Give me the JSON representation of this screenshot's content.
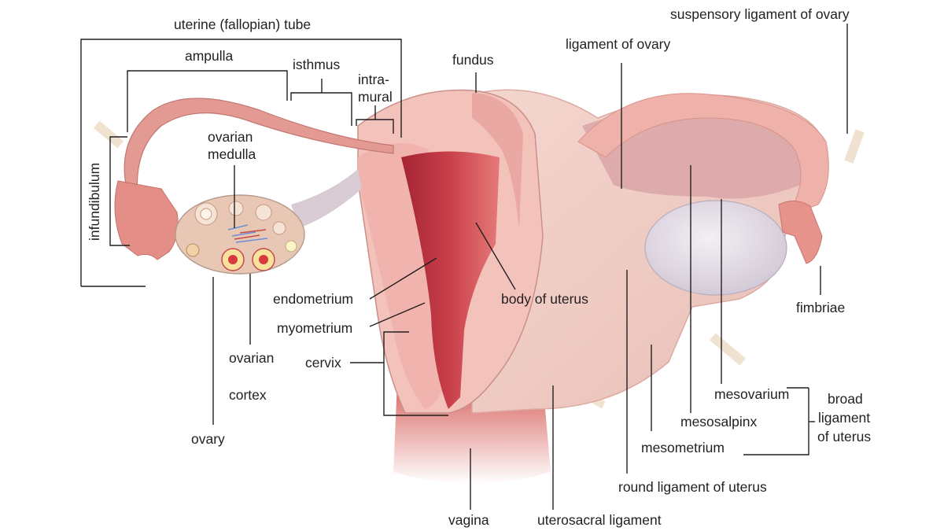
{
  "labels": {
    "uterine_tube": "uterine (fallopian) tube",
    "ampulla": "ampulla",
    "isthmus": "isthmus",
    "intramural_1": "intra-",
    "intramural_2": "mural",
    "fundus": "fundus",
    "ligament_of_ovary": "ligament of ovary",
    "suspensory_ligament": "suspensory ligament of ovary",
    "infundibulum": "infundibulum",
    "ovarian_medulla_1": "ovarian",
    "ovarian_medulla_2": "medulla",
    "endometrium": "endometrium",
    "myometrium": "myometrium",
    "body_of_uterus": "body of uterus",
    "cervix": "cervix",
    "ovarian_cortex_1": "ovarian",
    "ovarian_cortex_2": "cortex",
    "ovary": "ovary",
    "fimbriae": "fimbriae",
    "mesovarium": "mesovarium",
    "mesosalpinx": "mesosalpinx",
    "mesometrium": "mesometrium",
    "broad_ligament_1": "broad",
    "broad_ligament_2": "ligament",
    "broad_ligament_3": "of uterus",
    "round_ligament": "round ligament of uterus",
    "vagina": "vagina",
    "uterosacral_ligament": "uterosacral ligament"
  },
  "colors": {
    "tube": "#e0908a",
    "tube_dark": "#c56f6a",
    "uterus_wall": "#f2c4bc",
    "myometrium": "#f3b7b1",
    "cavity": "#b8303c",
    "cavity_light": "#d8525a",
    "ligament": "#f0cfc8",
    "ligament_edge": "#e4b4ab",
    "ovary": "#e9e3ec",
    "ovary_cut": "#e8c9b7",
    "vagina": "#e2817a",
    "leader": "#231f20"
  }
}
